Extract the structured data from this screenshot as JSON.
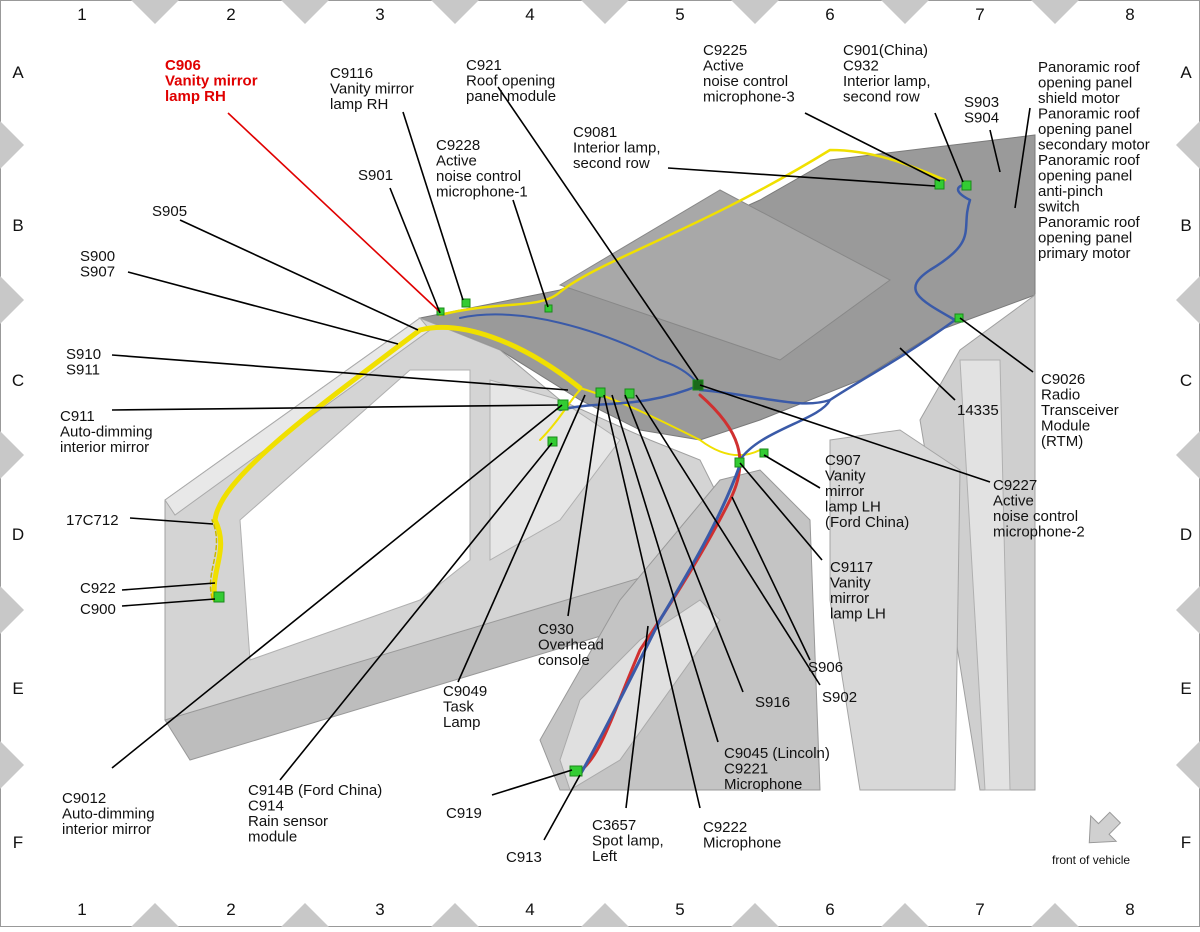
{
  "grid": {
    "columns": [
      "1",
      "2",
      "3",
      "4",
      "5",
      "6",
      "7",
      "8"
    ],
    "rows": [
      "A",
      "B",
      "C",
      "D",
      "E",
      "F"
    ]
  },
  "highlight": {
    "color": "#e00000",
    "label_id": "c906"
  },
  "wire_colors": {
    "yellow": "#f0e000",
    "blue": "#3a5aa8",
    "red": "#d03030",
    "connector": "#33cc33"
  },
  "labels": {
    "c906": [
      "C906",
      "Vanity mirror",
      "lamp RH"
    ],
    "c9116": [
      "C9116",
      "Vanity mirror",
      "lamp RH"
    ],
    "c921": [
      "C921",
      "Roof opening",
      "panel module"
    ],
    "c9225": [
      "C9225",
      "Active",
      "noise control",
      "microphone-3"
    ],
    "c901": [
      "C901(China)",
      "C932",
      "Interior lamp,",
      "second row"
    ],
    "s903": [
      "S903",
      "S904"
    ],
    "pano": [
      "Panoramic roof",
      "opening panel",
      "shield motor",
      "Panoramic roof",
      "opening panel",
      "secondary motor",
      "Panoramic roof",
      "opening panel",
      "anti-pinch",
      "switch",
      "Panoramic roof",
      "opening panel",
      "primary motor"
    ],
    "c9081": [
      "C9081",
      "Interior lamp,",
      "second row"
    ],
    "c9228": [
      "C9228",
      "Active",
      "noise control",
      "microphone-1"
    ],
    "s901": [
      "S901"
    ],
    "s905": [
      "S905"
    ],
    "s900": [
      "S900",
      "S907"
    ],
    "s910": [
      "S910",
      "S911"
    ],
    "c911": [
      "C911",
      "Auto-dimming",
      "interior mirror"
    ],
    "c17c712": [
      "17C712"
    ],
    "c922": [
      "C922"
    ],
    "c900": [
      "C900"
    ],
    "c9026": [
      "C9026",
      "Radio",
      "Transceiver",
      "Module",
      "(RTM)"
    ],
    "n14335": [
      "14335"
    ],
    "c907": [
      "C907",
      "Vanity",
      "mirror",
      "lamp LH",
      "(Ford China)"
    ],
    "c9227": [
      "C9227",
      "Active",
      "noise control",
      "microphone-2"
    ],
    "c9117": [
      "C9117",
      "Vanity",
      "mirror",
      "lamp LH"
    ],
    "c930": [
      "C930",
      "Overhead",
      "console"
    ],
    "s906": [
      "S906"
    ],
    "s902": [
      "S902"
    ],
    "c9049": [
      "C9049",
      "Task",
      "Lamp"
    ],
    "s916": [
      "S916"
    ],
    "c9012": [
      "C9012",
      "Auto-dimming",
      "interior mirror"
    ],
    "c914": [
      "C914B  (Ford China)",
      "C914",
      "Rain sensor",
      "module"
    ],
    "c9045": [
      "C9045 (Lincoln)",
      "C9221",
      "Microphone"
    ],
    "c919": [
      "C919"
    ],
    "c913": [
      "C913"
    ],
    "c3657": [
      "C3657",
      "Spot lamp,",
      "Left"
    ],
    "c9222": [
      "C9222",
      "Microphone"
    ]
  },
  "front_of_vehicle": "front of vehicle"
}
